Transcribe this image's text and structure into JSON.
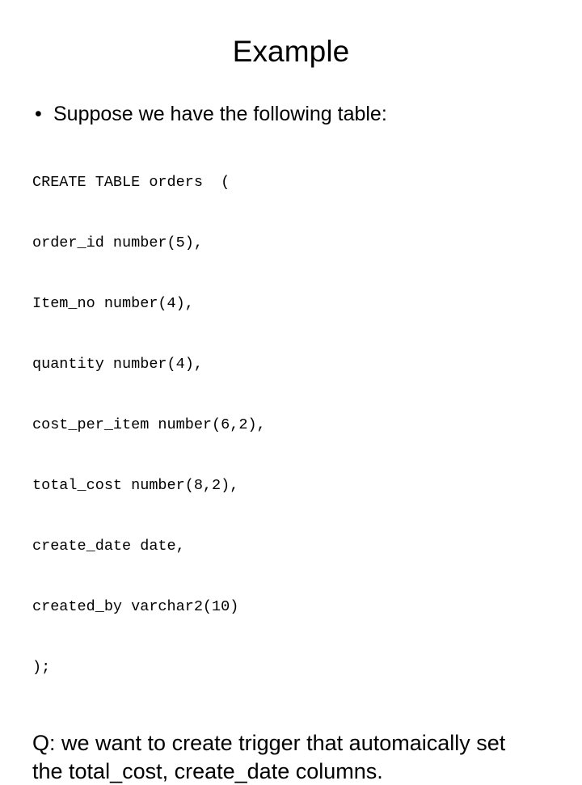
{
  "slide": {
    "title": "Example",
    "bullet": {
      "marker": "•",
      "text": "Suppose we have the following table:"
    },
    "code": {
      "language": "sql",
      "lines": [
        "CREATE TABLE orders  (",
        "order_id number(5),",
        "Item_no number(4),",
        "quantity number(4),",
        "cost_per_item number(6,2),",
        "total_cost number(8,2),",
        "create_date date,",
        "created_by varchar2(10)",
        ");"
      ]
    },
    "question": {
      "lines": [
        "Q: we want to create trigger that automaically set",
        "the total_cost, create_date columns."
      ]
    }
  },
  "colors": {
    "background": "#ffffff",
    "text": "#000000"
  }
}
